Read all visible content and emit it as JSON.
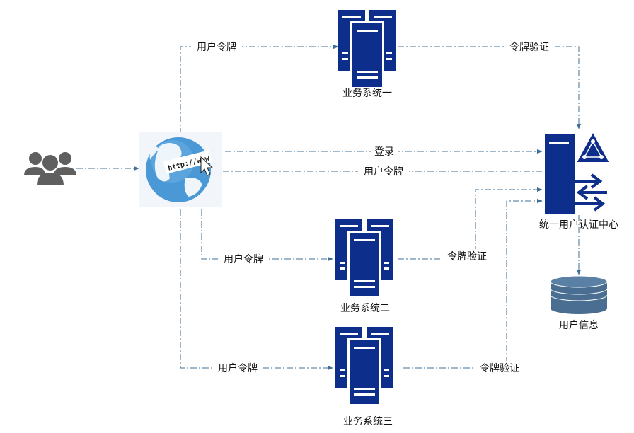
{
  "colors": {
    "server": "#0d2e8a",
    "connector": "#3f6f96",
    "database": "#4a6e91",
    "users": "#5f5f5f",
    "globe_ocean": "#4b98d6",
    "globe_land": "#eef5fb"
  },
  "nodes": {
    "users_icon": "users-icon",
    "browser_icon": "globe-browser-icon",
    "browser_text": "http://www",
    "server_icon": "server-icon",
    "system1": "业务系统一",
    "system2": "业务系统二",
    "system3": "业务系统三",
    "auth_center": "统一用户认证中心",
    "user_info": "用户信息"
  },
  "edges": {
    "token_to_s1": "用户令牌",
    "verify_s1": "令牌验证",
    "login": "登录",
    "token_back": "用户令牌",
    "token_to_s2": "用户令牌",
    "verify_s2": "令牌验证",
    "token_to_s3": "用户令牌",
    "verify_s3": "令牌验证"
  }
}
